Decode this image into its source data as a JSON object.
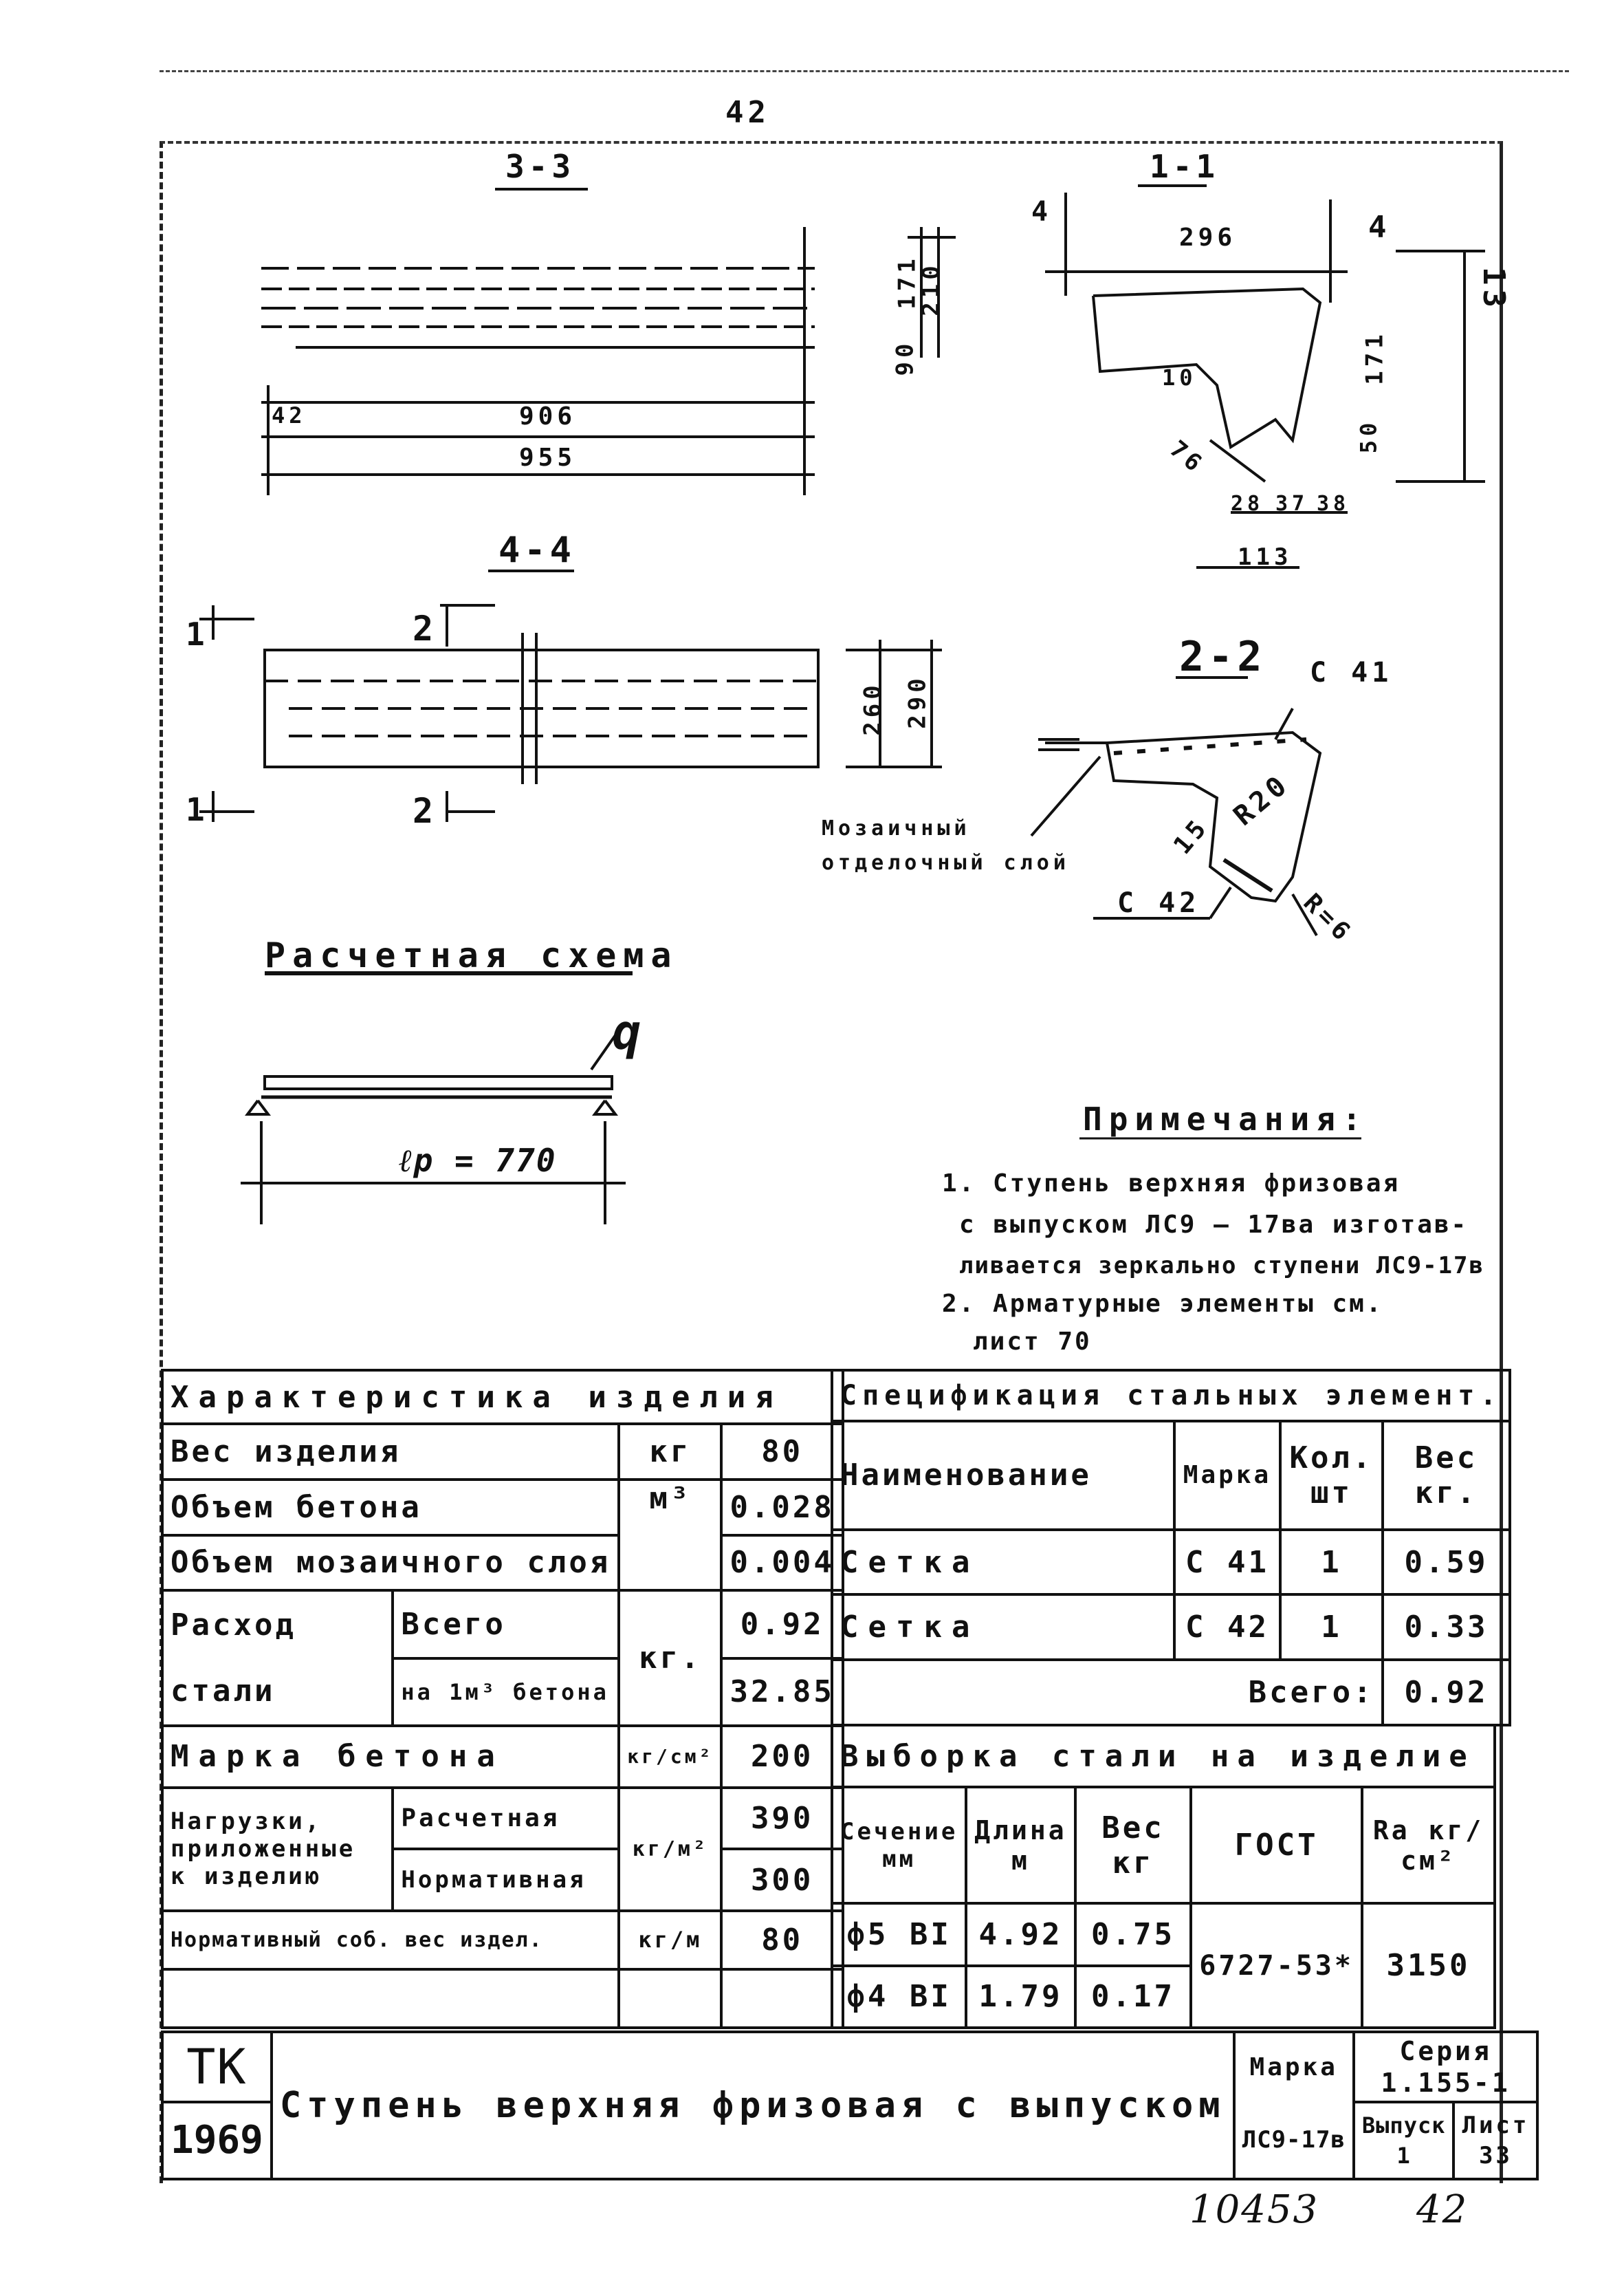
{
  "page": {
    "top_number": "42"
  },
  "sections": {
    "s33": "3-3",
    "s11": "1-1",
    "s44": "4-4",
    "s22": "2-2",
    "scheme_title": "Расчетная схема"
  },
  "dims": {
    "d906": "906",
    "d955": "955",
    "d42": "42",
    "d296": "296",
    "d171": "171",
    "d210": "210",
    "d90": "90",
    "d4a": "4",
    "d4b": "4",
    "d13": "13",
    "d50": "50",
    "d10": "10",
    "d76": "76",
    "d28": "28",
    "d37": "37",
    "d38": "38",
    "d113": "113",
    "d260": "260",
    "d290": "290",
    "mark1": "1",
    "mark2": "2",
    "c41": "С 41",
    "c42": "С 42",
    "r20": "R20",
    "r6": "R=6",
    "d15": "15",
    "mosaic": "Мозаичный отделочный слой",
    "q": "q",
    "lp": "ℓp = 770"
  },
  "notes": {
    "title": "Примечания:",
    "n1": "1. Ступень верхняя фризовая",
    "n1b": "с выпуском ЛС9 — 17ва изготав-",
    "n1c": "ливается зеркально ступени ЛС9-17в",
    "n2": "2. Арматурные элементы см.",
    "n2b": "лист 70"
  },
  "characteristics": {
    "title": "Характеристика изделия",
    "rows": [
      {
        "label": "Вес изделия",
        "unit": "кг",
        "value": "80"
      },
      {
        "label": "Объем бетона",
        "unit": "м³",
        "value": "0.028"
      },
      {
        "label": "Объем мозаичного слоя",
        "unit": "",
        "value": "0.004"
      }
    ],
    "steel_label_1": "Расход",
    "steel_label_2": "стали",
    "steel_total": "Всего",
    "steel_per": "на 1м³ бетона",
    "steel_unit": "кг.",
    "steel_total_val": "0.92",
    "steel_per_val": "32.85",
    "grade_label": "Марка бетона",
    "grade_unit": "кг/см²",
    "grade_val": "200",
    "load_label_1": "Нагрузки,",
    "load_label_2": "приложенные",
    "load_label_3": "к изделию",
    "load_calc": "Расчетная",
    "load_norm": "Нормативная",
    "load_unit": "кг/м²",
    "load_calc_val": "390",
    "load_norm_val": "300",
    "self_label": "Нормативный соб. вес издел.",
    "self_unit": "кг/м",
    "self_val": "80"
  },
  "spec": {
    "title": "Спецификация стальных элемент.",
    "h_name": "Наименование",
    "h_mark": "Марка",
    "h_qty": "Кол. шт",
    "h_weight": "Вес кг.",
    "rows": [
      {
        "name": "Сетка",
        "mark": "С 41",
        "qty": "1",
        "weight": "0.59"
      },
      {
        "name": "Сетка",
        "mark": "С 42",
        "qty": "1",
        "weight": "0.33"
      }
    ],
    "total_label": "Всего:",
    "total_val": "0.92"
  },
  "steel": {
    "title": "Выборка стали на изделие",
    "h_sec": "Сечение мм",
    "h_len": "Длина м",
    "h_w": "Вес кг",
    "h_gost": "ГОСТ",
    "h_ra": "Ra кг/см²",
    "rows": [
      {
        "sec": "ф5 ВI",
        "len": "4.92",
        "w": "0.75"
      },
      {
        "sec": "ф4 ВI",
        "len": "1.79",
        "w": "0.17"
      }
    ],
    "gost": "6727-53*",
    "ra": "3150"
  },
  "title_block": {
    "tk": "ТК",
    "year": "1969",
    "name": "Ступень верхняя фризовая с выпуском",
    "mark_label": "Марка",
    "mark_val": "ЛС9-17в",
    "series_label": "Серия",
    "series_val": "1.155-1",
    "issue_label": "Выпуск",
    "issue_val": "1",
    "sheet_label": "Лист",
    "sheet_val": "33"
  },
  "footer": {
    "inv": "10453",
    "page": "42"
  }
}
